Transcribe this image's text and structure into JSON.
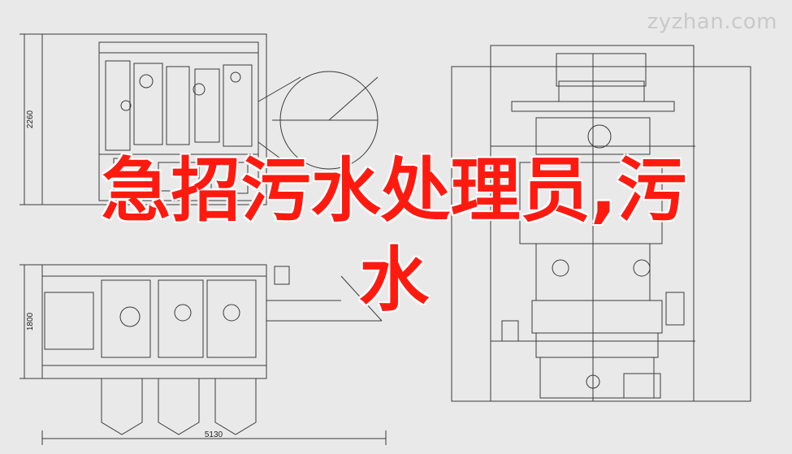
{
  "watermark": "zyzhan.com",
  "headline": {
    "line1": "急招污水处理员,污",
    "line2": "水"
  },
  "dimensions": {
    "top_height": "2260",
    "bottom_height": "1800",
    "overall_length": "5130"
  },
  "colors": {
    "background": "#e9e9e9",
    "line": "#3a3a3a",
    "headline": "#ff1a10",
    "watermark": "#c9c9c9"
  }
}
